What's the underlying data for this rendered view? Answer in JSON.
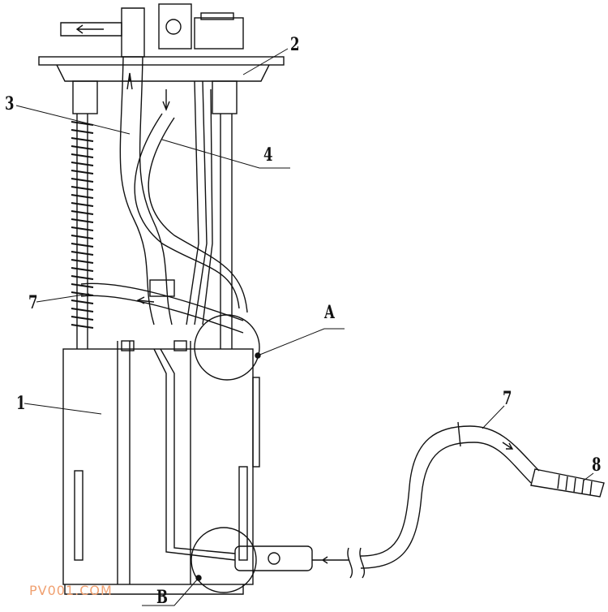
{
  "labels": {
    "l1": "1",
    "l2": "2",
    "l3": "3",
    "l4": "4",
    "l7a": "7",
    "l7b": "7",
    "l8": "8",
    "lA": "A",
    "lB": "B"
  },
  "watermark": "PV001.COM",
  "colors": {
    "line": "#111111",
    "watermark": "#f0a070"
  }
}
